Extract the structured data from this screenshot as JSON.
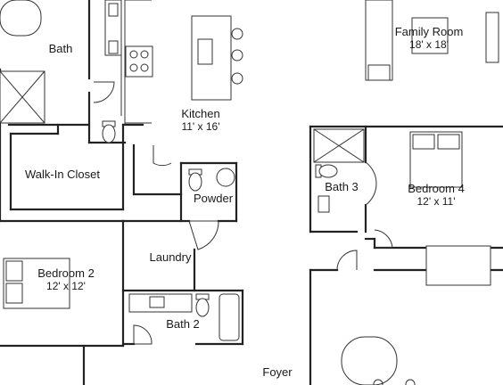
{
  "rooms": {
    "family_room": {
      "name": "Family Room",
      "dims": "18' x 18'"
    },
    "bath_top": {
      "name": "Bath"
    },
    "kitchen": {
      "name": "Kitchen",
      "dims": "11' x 16'"
    },
    "walk_in_closet": {
      "name": "Walk-In Closet"
    },
    "powder": {
      "name": "Powder"
    },
    "bath_3": {
      "name": "Bath 3"
    },
    "bedroom_4": {
      "name": "Bedroom 4",
      "dims": "12' x 11'"
    },
    "laundry": {
      "name": "Laundry"
    },
    "bedroom_2": {
      "name": "Bedroom 2",
      "dims": "12' x 12'"
    },
    "bath_2": {
      "name": "Bath 2"
    },
    "foyer": {
      "name": "Foyer"
    }
  }
}
